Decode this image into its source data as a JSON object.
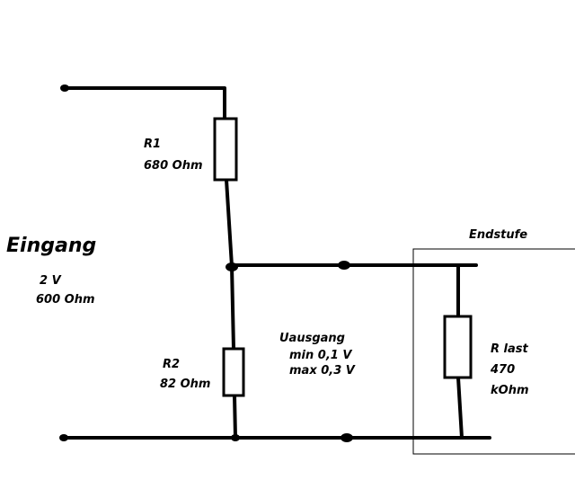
{
  "diagram": {
    "input": {
      "title": "Eingang",
      "voltage": "2 V",
      "impedance": "600 Ohm"
    },
    "r1": {
      "name": "R1",
      "value": "680 Ohm"
    },
    "r2": {
      "name": "R2",
      "value": "82 Ohm"
    },
    "output": {
      "title": "Uausgang",
      "min": "min 0,1  V",
      "max": "max 0,3  V"
    },
    "stage": {
      "title": "Endstufe",
      "load_name": "R last",
      "load_value": "470",
      "load_unit": "kOhm"
    }
  }
}
